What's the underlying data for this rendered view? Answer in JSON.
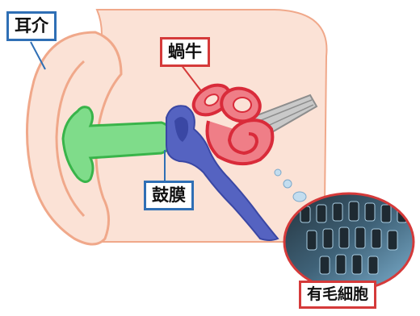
{
  "labels": {
    "auricle": "耳介",
    "cochlea": "蝸牛",
    "eardrum": "鼓膜",
    "hair_cells": "有毛細胞"
  },
  "colors": {
    "skin": "#fbe2d6",
    "skin_outline": "#f0a88a",
    "ear_canal": "#7fdc8a",
    "ear_canal_outline": "#39b44a",
    "middle_ear": "#5563c1",
    "cochlea_fill": "#ef7e87",
    "cochlea_outline": "#d92b3a",
    "nerve": "#c9c9c9",
    "label_border_blue": "#2f6fb5",
    "label_border_red": "#d53a3a",
    "micrograph": "#5a7f97"
  }
}
